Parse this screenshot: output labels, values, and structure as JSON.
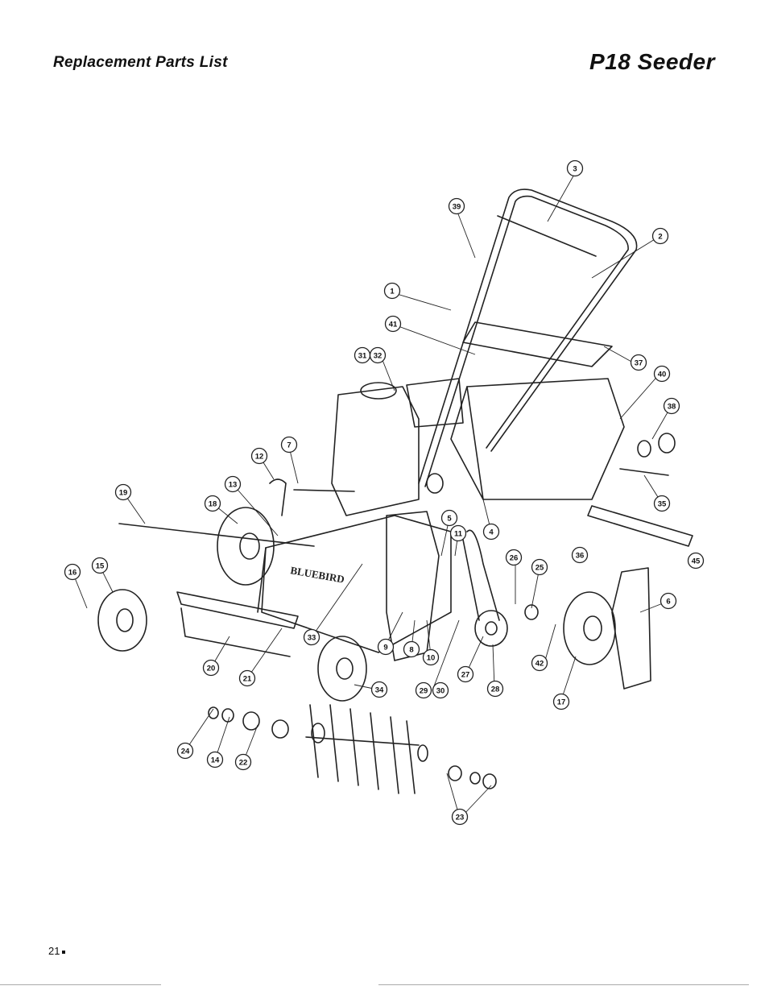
{
  "header": {
    "left_title": "Replacement Parts List",
    "right_title": "P18 Seeder"
  },
  "diagram": {
    "logo_text": "BLUEBIRD",
    "callouts": [
      "1",
      "2",
      "3",
      "4",
      "5",
      "6",
      "7",
      "8",
      "9",
      "10",
      "11",
      "12",
      "13",
      "14",
      "15",
      "16",
      "17",
      "18",
      "19",
      "20",
      "21",
      "22",
      "23",
      "24",
      "25",
      "26",
      "27",
      "28",
      "29",
      "30",
      "31",
      "32",
      "33",
      "34",
      "35",
      "36",
      "37",
      "38",
      "39",
      "40",
      "41",
      "42",
      "45"
    ]
  },
  "footer": {
    "page_number": "21"
  }
}
